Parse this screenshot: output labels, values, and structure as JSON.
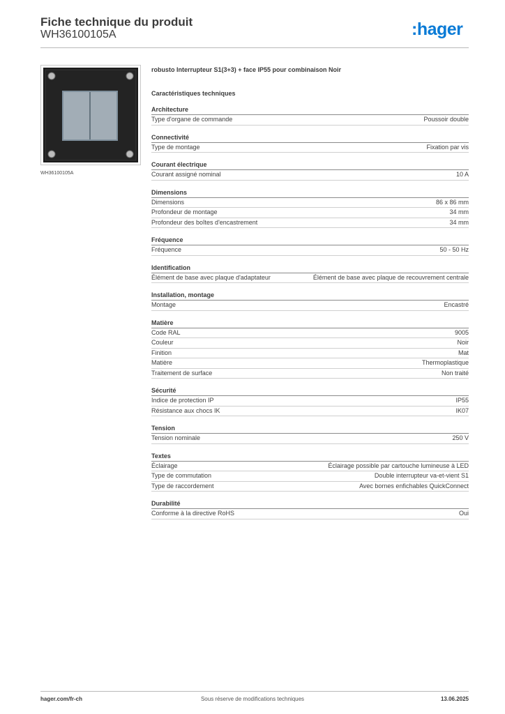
{
  "header": {
    "title": "Fiche technique du produit",
    "code": "WH36100105A",
    "logo": ":hager"
  },
  "image": {
    "caption": "WH36100105A"
  },
  "product": {
    "description": "robusto Interrupteur S1(3+3) + face IP55 pour combinaison Noir",
    "characteristics_title": "Caractéristiques techniques"
  },
  "sections": [
    {
      "title": "Architecture",
      "rows": [
        {
          "label": "Type d'organe de commande",
          "value": "Poussoir double"
        }
      ]
    },
    {
      "title": "Connectivité",
      "rows": [
        {
          "label": "Type de montage",
          "value": "Fixation par vis"
        }
      ]
    },
    {
      "title": "Courant électrique",
      "rows": [
        {
          "label": "Courant assigné nominal",
          "value": "10 A"
        }
      ]
    },
    {
      "title": "Dimensions",
      "rows": [
        {
          "label": "Dimensions",
          "value": "86 x 86 mm"
        },
        {
          "label": "Profondeur de montage",
          "value": "34 mm"
        },
        {
          "label": "Profondeur des boîtes d'encastrement",
          "value": "34 mm"
        }
      ]
    },
    {
      "title": "Fréquence",
      "rows": [
        {
          "label": "Fréquence",
          "value": "50 - 50 Hz"
        }
      ]
    },
    {
      "title": "Identification",
      "rows": [
        {
          "label": "Élément de base avec plaque d'adaptateur",
          "value": "Élément de base avec plaque de recouvrement centrale"
        }
      ]
    },
    {
      "title": "Installation, montage",
      "rows": [
        {
          "label": "Montage",
          "value": "Encastré"
        }
      ]
    },
    {
      "title": "Matière",
      "rows": [
        {
          "label": "Code RAL",
          "value": "9005"
        },
        {
          "label": "Couleur",
          "value": "Noir"
        },
        {
          "label": "Finition",
          "value": "Mat"
        },
        {
          "label": "Matière",
          "value": "Thermoplastique"
        },
        {
          "label": "Traitement de surface",
          "value": "Non traité"
        }
      ]
    },
    {
      "title": "Sécurité",
      "rows": [
        {
          "label": "Indice de protection IP",
          "value": "IP55"
        },
        {
          "label": "Résistance aux chocs IK",
          "value": "IK07"
        }
      ]
    },
    {
      "title": "Tension",
      "rows": [
        {
          "label": "Tension nominale",
          "value": "250 V"
        }
      ]
    },
    {
      "title": "Textes",
      "rows": [
        {
          "label": "Éclairage",
          "value": "Éclairage possible par cartouche lumineuse à LED"
        },
        {
          "label": "Type de commutation",
          "value": "Double interrupteur va-et-vient S1"
        },
        {
          "label": "Type de raccordement",
          "value": "Avec bornes enfichables QuickConnect"
        }
      ]
    },
    {
      "title": "Durabilité",
      "rows": [
        {
          "label": "Conforme à la directive RoHS",
          "value": "Oui"
        }
      ]
    }
  ],
  "footer": {
    "website": "hager.com/fr-ch",
    "notice": "Sous réserve de modifications techniques",
    "date": "13.06.2025"
  },
  "colors": {
    "brand": "#0a7bd6",
    "text": "#3a3a3a",
    "rule": "#b9b9b9"
  }
}
